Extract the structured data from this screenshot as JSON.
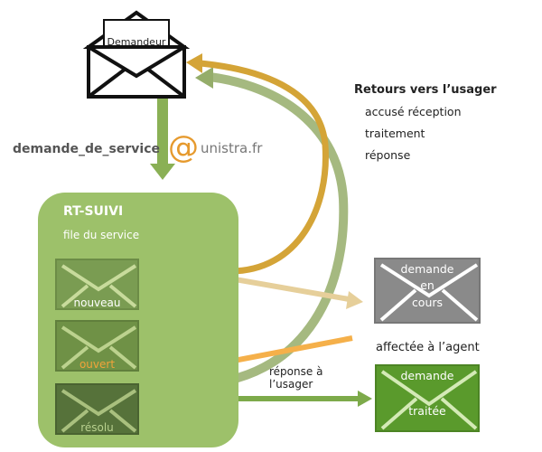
{
  "sender": {
    "label": "Demandeur"
  },
  "address": {
    "local": "demande_de_service",
    "at": "@",
    "domain": "unistra.fr"
  },
  "feedback": {
    "title": "Retours vers l’usager",
    "items": [
      "accusé réception",
      "traitement",
      "réponse"
    ]
  },
  "system": {
    "title": "RT-SUIVI",
    "subtitle": "file du service"
  },
  "queue": [
    {
      "label": "nouveau",
      "color": "#ffffff"
    },
    {
      "label": "ouvert",
      "color": "#f2a33a"
    },
    {
      "label": "résolu",
      "color": "#b9d18f"
    }
  ],
  "in_progress": {
    "lines": [
      "demande",
      "en",
      "cours"
    ]
  },
  "assigned_label": "affectée à l’agent",
  "reply_label": [
    "réponse à",
    "l’usager"
  ],
  "done": {
    "lines": [
      "demande",
      "traitée"
    ]
  },
  "colors": {
    "panel": "#9dc16a",
    "green_arrow": "#7daa4a",
    "orange_arrow": "#f5b04a",
    "gold_arrow": "#d4a437",
    "tan_arrow": "#e6cf9a",
    "grey_envelope": "#8a8a8a",
    "green_envelope": "#5a9a2c"
  }
}
